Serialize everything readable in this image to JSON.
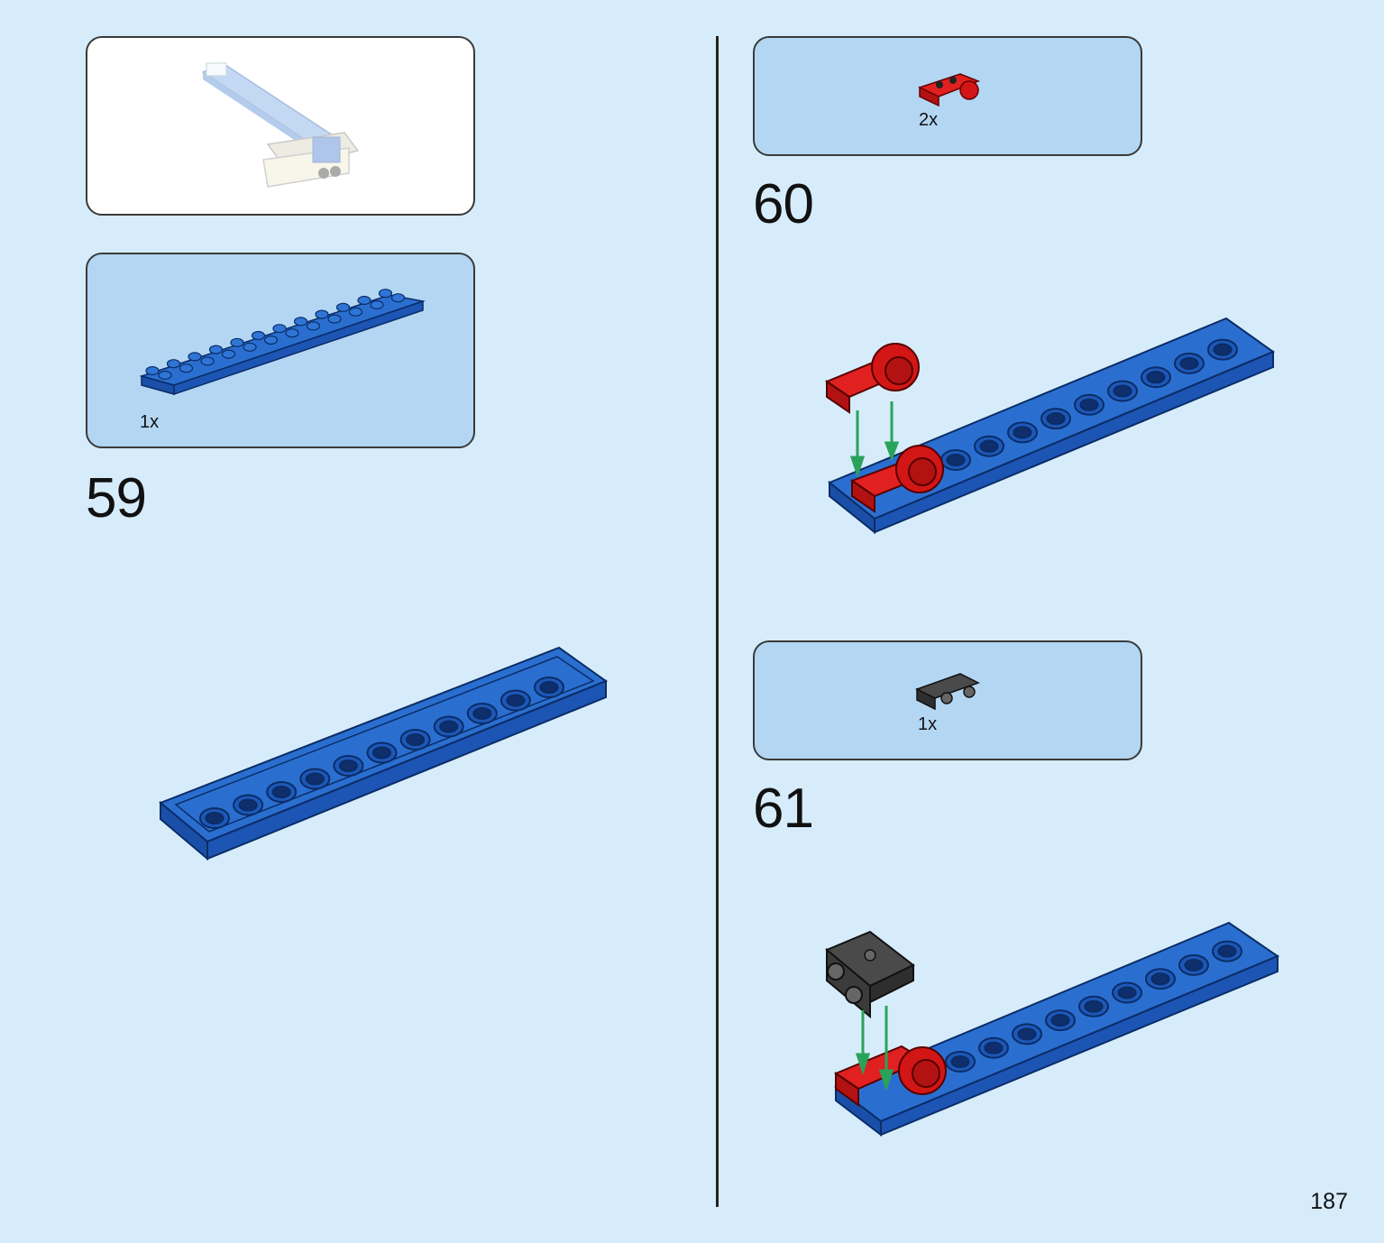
{
  "page": {
    "number": "187"
  },
  "steps": [
    {
      "number": "59",
      "parts": [
        {
          "qty": "1x",
          "part": "blue-2x12-plate"
        }
      ]
    },
    {
      "number": "60",
      "parts": [
        {
          "qty": "2x",
          "part": "red-plate-with-pin-hole"
        }
      ]
    },
    {
      "number": "61",
      "parts": [
        {
          "qty": "1x",
          "part": "black-bracket-1x2"
        }
      ]
    }
  ],
  "colors": {
    "background": "#d6ecfb",
    "parts_panel": "#b3d6f3",
    "plate_blue": "#1f5fbf",
    "brick_red": "#d61a1a",
    "bracket_black": "#3b3b3b",
    "arrow_green": "#2aa35a"
  }
}
